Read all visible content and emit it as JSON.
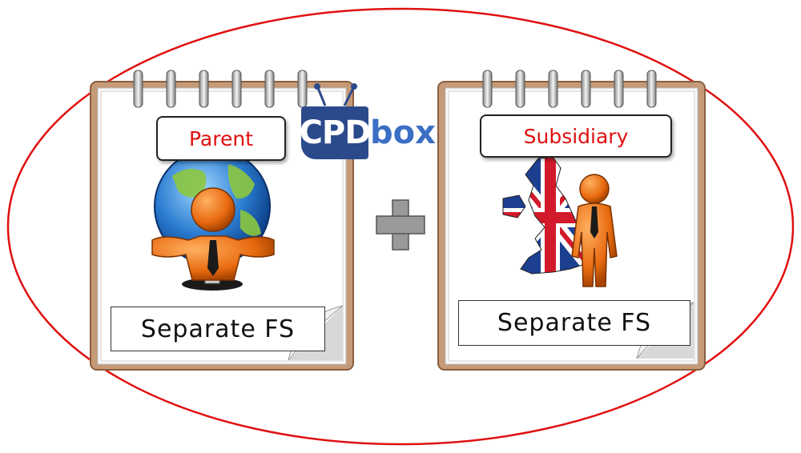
{
  "logo": {
    "cpd": "CPD",
    "box": "box"
  },
  "left_card": {
    "title": "Parent",
    "caption": "Separate FS"
  },
  "right_card": {
    "title": "Subsidiary",
    "caption": "Separate FS"
  },
  "colors": {
    "ellipse": "#e01010",
    "title_text": "#e01010",
    "board": "#c49a78",
    "logo_dark": "#2b4a8b",
    "logo_light": "#3b6fc4",
    "plus": "#9a9a9a"
  }
}
